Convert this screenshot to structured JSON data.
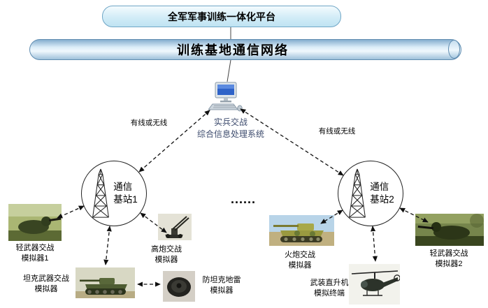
{
  "diagram": {
    "platform_label": "全军军事训练一体化平台",
    "backbone_label": "训练基地通信网络",
    "processor": {
      "line1": "实兵交战",
      "line2": "综合信息处理系统"
    },
    "left_link_label": "有线或无线",
    "right_link_label": "有线或无线",
    "station1": {
      "line1": "通信",
      "line2": "基站1"
    },
    "station2": {
      "line1": "通信",
      "line2": "基站2"
    },
    "ellipsis": "......",
    "simulators": {
      "light1": {
        "line1": "轻武器交战",
        "line2": "模拟器1"
      },
      "aa": {
        "line1": "高炮交战",
        "line2": "模拟器"
      },
      "tank": {
        "line1": "坦克武器交战",
        "line2": "模拟器"
      },
      "mine": {
        "line1": "防坦克地雷",
        "line2": "模拟器"
      },
      "artillery": {
        "line1": "火炮交战",
        "line2": "模拟器"
      },
      "helicopter": {
        "line1": "武装直升机",
        "line2": "模拟终端"
      },
      "light2": {
        "line1": "轻武器交战",
        "line2": "模拟器2"
      }
    },
    "colors": {
      "platform_fill": "#d2ecf7",
      "platform_border": "#6fa6c6",
      "pipe_fill": "#bcd8ec",
      "pipe_border": "#5f8cb0",
      "processor_text": "#3e4c6e",
      "connector": "#111111"
    }
  }
}
